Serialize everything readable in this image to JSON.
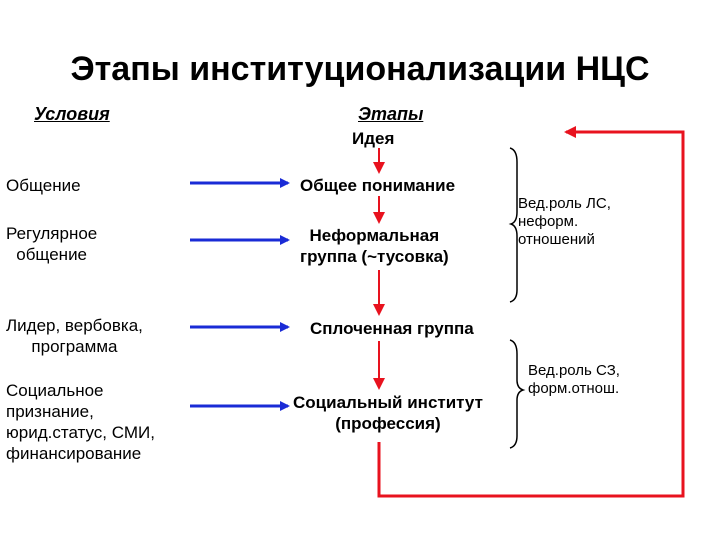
{
  "title": "Этапы институционализации НЦС",
  "headers": {
    "conditions": "Условия",
    "stages": "Этапы"
  },
  "conditions": [
    {
      "lines": [
        "Общение"
      ]
    },
    {
      "lines": [
        "Регулярное",
        "общение"
      ]
    },
    {
      "lines": [
        "Лидер, вербовка,",
        "программа"
      ]
    },
    {
      "lines": [
        "Социальное",
        "признание,",
        "юрид.статус, СМИ,",
        "финансирование"
      ]
    }
  ],
  "stages": [
    {
      "lines": [
        "Идея"
      ]
    },
    {
      "lines": [
        "Общее понимание"
      ]
    },
    {
      "lines": [
        "Неформальная",
        "группа (~тусовка)"
      ]
    },
    {
      "lines": [
        "Сплоченная группа"
      ]
    },
    {
      "lines": [
        "Социальный институт",
        "(профессия)"
      ]
    }
  ],
  "notes": [
    {
      "lines": [
        "Вед.роль ЛС,",
        "неформ.",
        "отношений"
      ]
    },
    {
      "lines": [
        "Вед.роль СЗ,",
        "форм.отнош."
      ]
    }
  ],
  "colors": {
    "blue_arrow": "#1a2bd6",
    "red_arrow": "#e8121e",
    "bracket": "#000000"
  }
}
